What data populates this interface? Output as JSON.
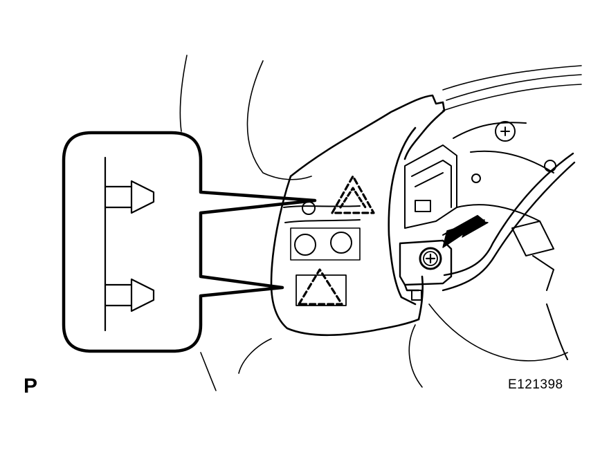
{
  "figure": {
    "corner_label": "P",
    "figure_code": "E121398"
  },
  "colors": {
    "line": "#000000",
    "background": "#ffffff"
  },
  "icons": {
    "callout": "clip-detail-callout",
    "arrow": "pointer-arrow-icon",
    "screw": "screw-icon"
  }
}
